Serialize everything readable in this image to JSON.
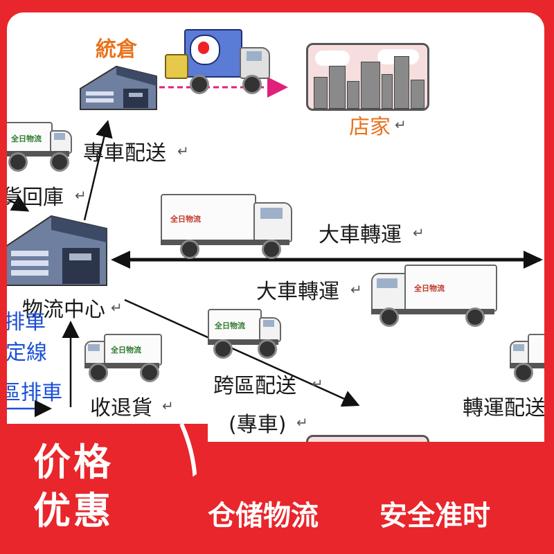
{
  "labels": {
    "warehouse_top": "統倉",
    "store_top": "店家",
    "dedicated_delivery": "專車配送",
    "return_label": "貨回庫",
    "trunk_transport_1": "大車轉運",
    "trunk_transport_2": "大車轉運",
    "logistics_center": "物流中心",
    "dispatch_1": "排車",
    "route_label": "定線",
    "dispatch_2": "區排車",
    "receive_return": "收退貨",
    "cross_region_delivery": "跨區配送",
    "dedicated_vehicle": "(專車)",
    "transfer_delivery": "轉運配送"
  },
  "truck_logo_text": "全日物流",
  "badge": {
    "line1": "价格",
    "line2": "优惠"
  },
  "slogans": {
    "left": "仓储物流",
    "right": "安全准时"
  },
  "colors": {
    "brand_red": "#e8262b",
    "label_orange": "#e8731f",
    "label_blue": "#1b4fd6",
    "store_pink": "#f7dede"
  }
}
